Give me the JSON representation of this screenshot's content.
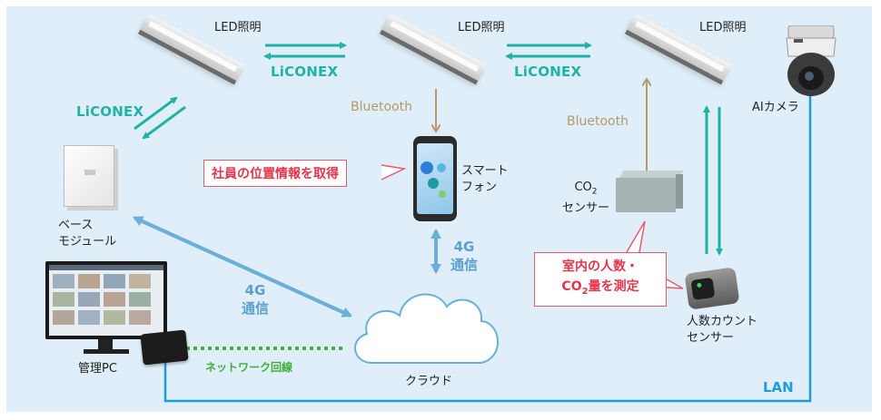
{
  "devices": {
    "led": "LED照明",
    "ai_camera": "AIカメラ",
    "base_module": "ベース\nモジュール",
    "smartphone": "スマート\nフォン",
    "co2_sensor": {
      "line1_prefix": "CO",
      "line1_sub": "2",
      "line2": "センサー"
    },
    "people_counter": "人数カウント\nセンサー",
    "admin_pc": "管理PC",
    "cloud": "クラウド"
  },
  "links": {
    "liconex": "LiCONEX",
    "bluetooth": "Bluetooth",
    "cellular": "4G\n通信",
    "network": "ネットワーク回線",
    "lan": "LAN"
  },
  "callouts": {
    "location": "社員の位置情報を取得",
    "occupancy_line1": "室内の人数・",
    "occupancy_line2_prefix": "CO",
    "occupancy_line2_sub": "2",
    "occupancy_line2_suffix": "量を測定"
  },
  "colors": {
    "background": "#dfeef8",
    "liconex": "#1fb3a6",
    "bluetooth": "#b29a6d",
    "cellular": "#5aa0cd",
    "network": "#3fae3b",
    "lan": "#1f9cd8",
    "callout": "#e55a6d"
  }
}
